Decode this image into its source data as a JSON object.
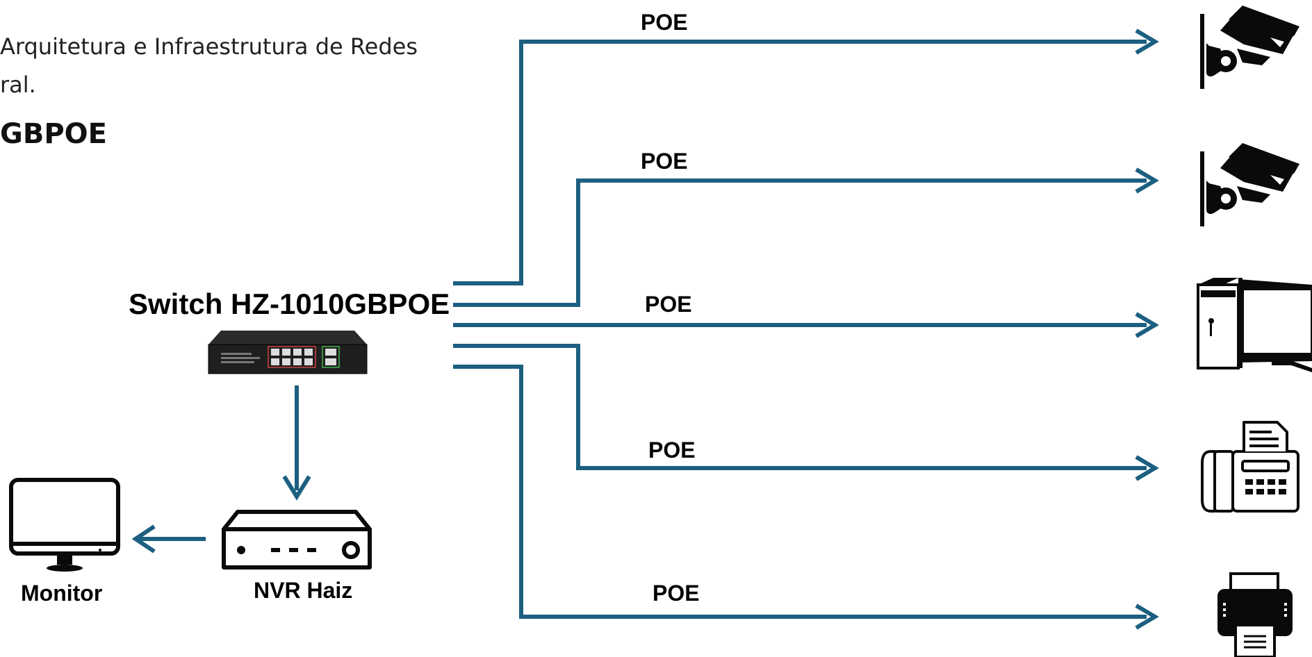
{
  "intro": {
    "line1": " Arquitetura e Infraestrutura de Redes",
    "line2": "ral."
  },
  "heading": "GBPOE",
  "switch": {
    "title": "Switch HZ-1010GBPOE"
  },
  "poe_labels": [
    "POE",
    "POE",
    "POE",
    "POE",
    "POE"
  ],
  "devices": {
    "nvr": "NVR Haiz",
    "monitor": "Monitor",
    "targets": [
      "camera-icon",
      "camera-icon",
      "desktop-computer-icon",
      "fax-phone-icon",
      "printer-icon"
    ]
  },
  "colors": {
    "link": "#1c5f80",
    "icon": "#0a0a0a",
    "switch_body": "#222222"
  }
}
